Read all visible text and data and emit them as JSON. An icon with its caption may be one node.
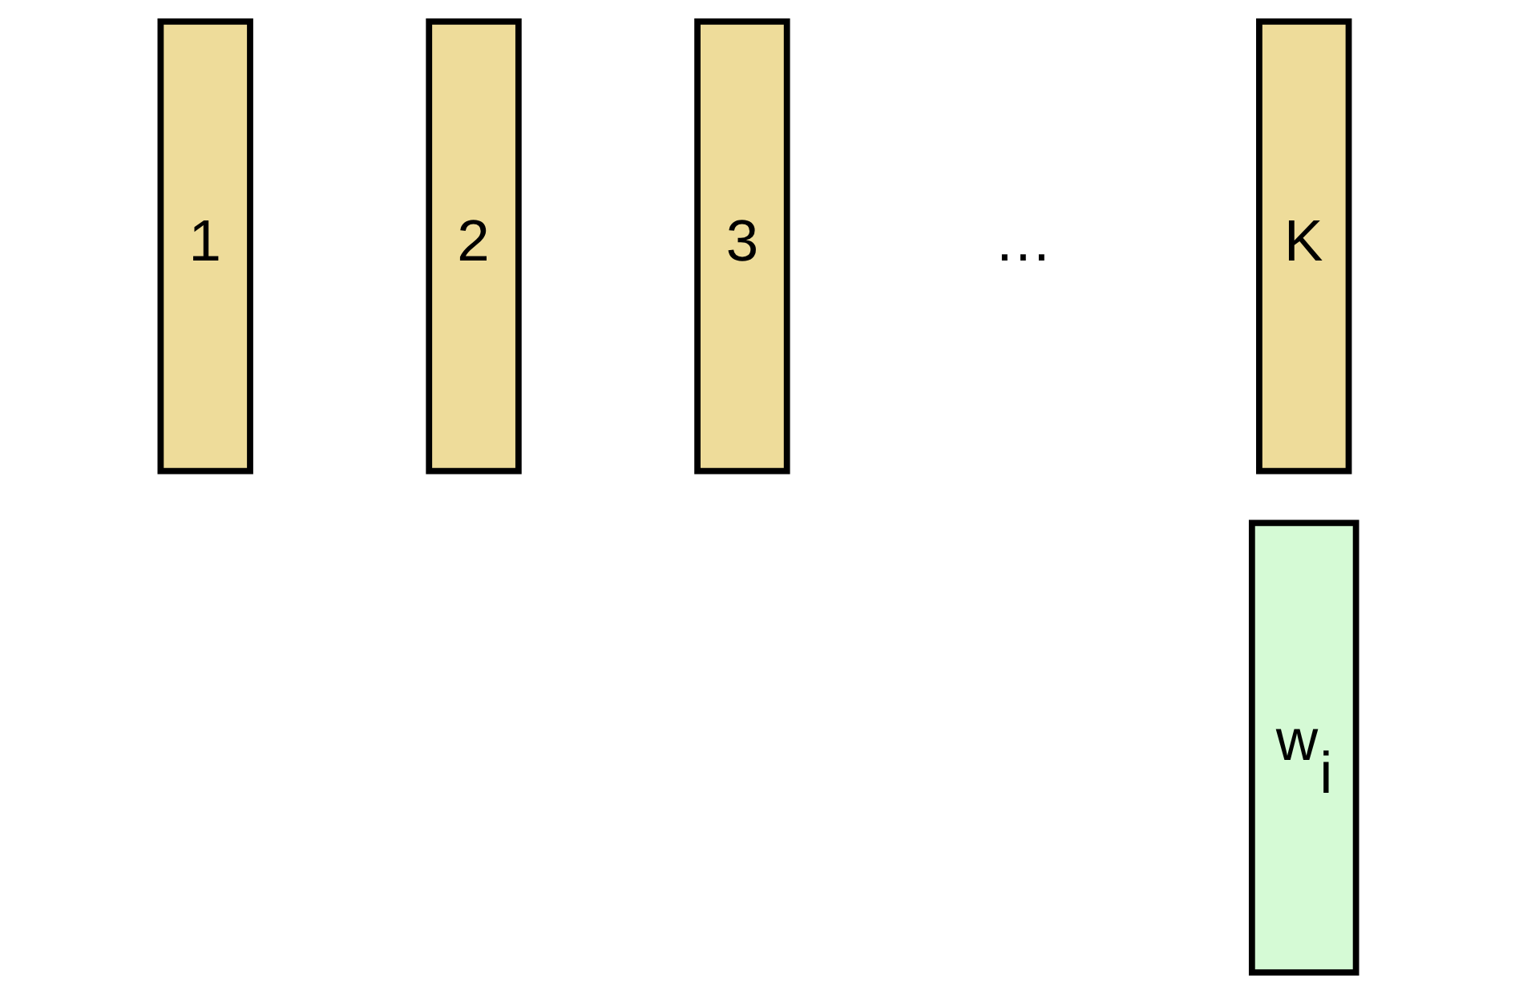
{
  "diagram": {
    "nodes": [
      {
        "text": [
          "1"
        ]
      },
      {
        "text": [
          "2"
        ]
      },
      {
        "text": [
          "3"
        ]
      },
      {
        "text": [
          "K"
        ]
      },
      {
        "text": [
          "w$_{i}$"
        ]
      }
    ],
    "labels": [
      "…"
    ]
  }
}
